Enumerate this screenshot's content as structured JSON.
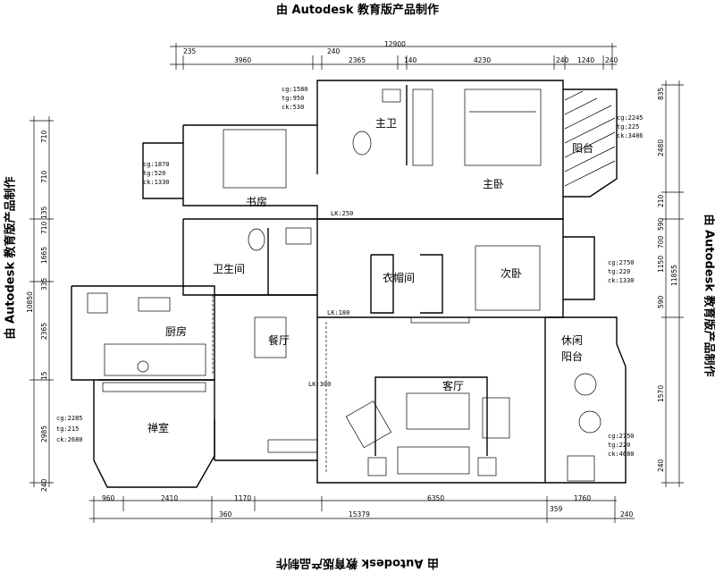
{
  "watermark": "由 Autodesk 教育版产品制作",
  "rooms": {
    "study": "书房",
    "master_bath": "主卫",
    "master_bedroom": "主卧",
    "balcony": "阳台",
    "bathroom": "卫生间",
    "cloakroom": "衣帽间",
    "second_bedroom": "次卧",
    "kitchen": "厨房",
    "dining": "餐厅",
    "living": "客厅",
    "leisure_balcony_1": "休闲",
    "leisure_balcony_2": "阳台",
    "zen_room": "禅室"
  },
  "dims": {
    "top_total": "12900",
    "top_segments": [
      "235",
      "3960",
      "240",
      "2365",
      "140",
      "4230",
      "240",
      "1240",
      "240"
    ],
    "bottom_total": "15379",
    "bottom_segments": [
      "960",
      "2410",
      "1170",
      "6350",
      "1760"
    ],
    "bottom_sub": [
      "360",
      "359",
      "240"
    ],
    "left_total": "10850",
    "left_segments": [
      "710",
      "710",
      "135",
      "710",
      "1665",
      "335",
      "2365",
      "15",
      "2985",
      "240"
    ],
    "right_segments": [
      "835",
      "2480",
      "210",
      "590",
      "700",
      "1150",
      "590",
      "1570",
      "240"
    ],
    "right_total": "11855"
  },
  "notes": {
    "master_bath": [
      "cg:1580",
      "tg:950",
      "ck:530"
    ],
    "study": [
      "cg:1870",
      "tg:520",
      "ck:1330"
    ],
    "balcony": [
      "cg:2245",
      "tg:225",
      "ck:3486"
    ],
    "second_bedroom": [
      "cg:2750",
      "tg:220",
      "ck:1330"
    ],
    "zen_room": [
      "cg:2285",
      "tg:215",
      "ck:2680"
    ],
    "leisure": [
      "cg:2750",
      "tg:220",
      "ck:4680"
    ],
    "lk_labels": [
      "LK:250",
      "LK:180",
      "LK:300"
    ]
  }
}
